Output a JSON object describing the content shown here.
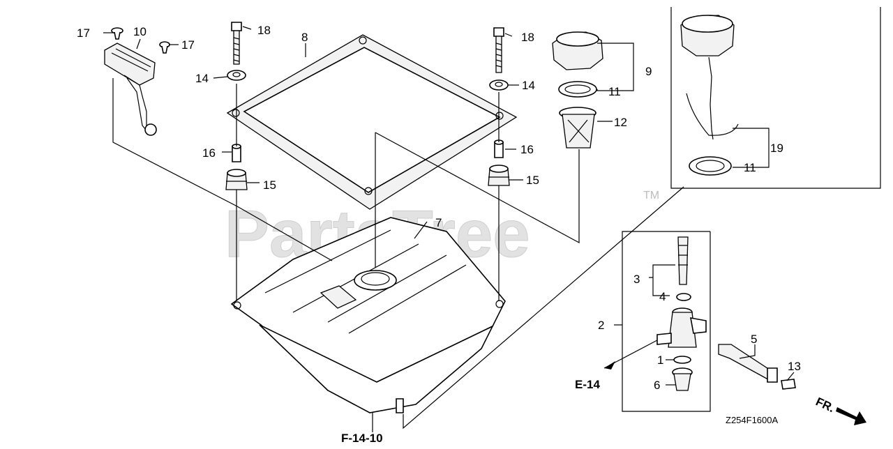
{
  "watermark": {
    "text": "PartsTree",
    "tm": "TM"
  },
  "diagram_code": "Z254F1600A",
  "references": {
    "e": "E-14",
    "f": "F-14-10",
    "fr": "FR."
  },
  "callouts": {
    "c17a": "17",
    "c10": "10",
    "c17b": "17",
    "c18a": "18",
    "c8": "8",
    "c18b": "18",
    "c9": "9",
    "c14a": "14",
    "c14b": "14",
    "c11a": "11",
    "c12": "12",
    "c16a": "16",
    "c16b": "16",
    "c15a": "15",
    "c15b": "15",
    "c19": "19",
    "c11b": "11",
    "c7": "7",
    "c3": "3",
    "c4": "4",
    "c2": "2",
    "c5": "5",
    "c1": "1",
    "c13": "13",
    "c6": "6"
  },
  "icons": [
    "fr-arrow-icon"
  ]
}
